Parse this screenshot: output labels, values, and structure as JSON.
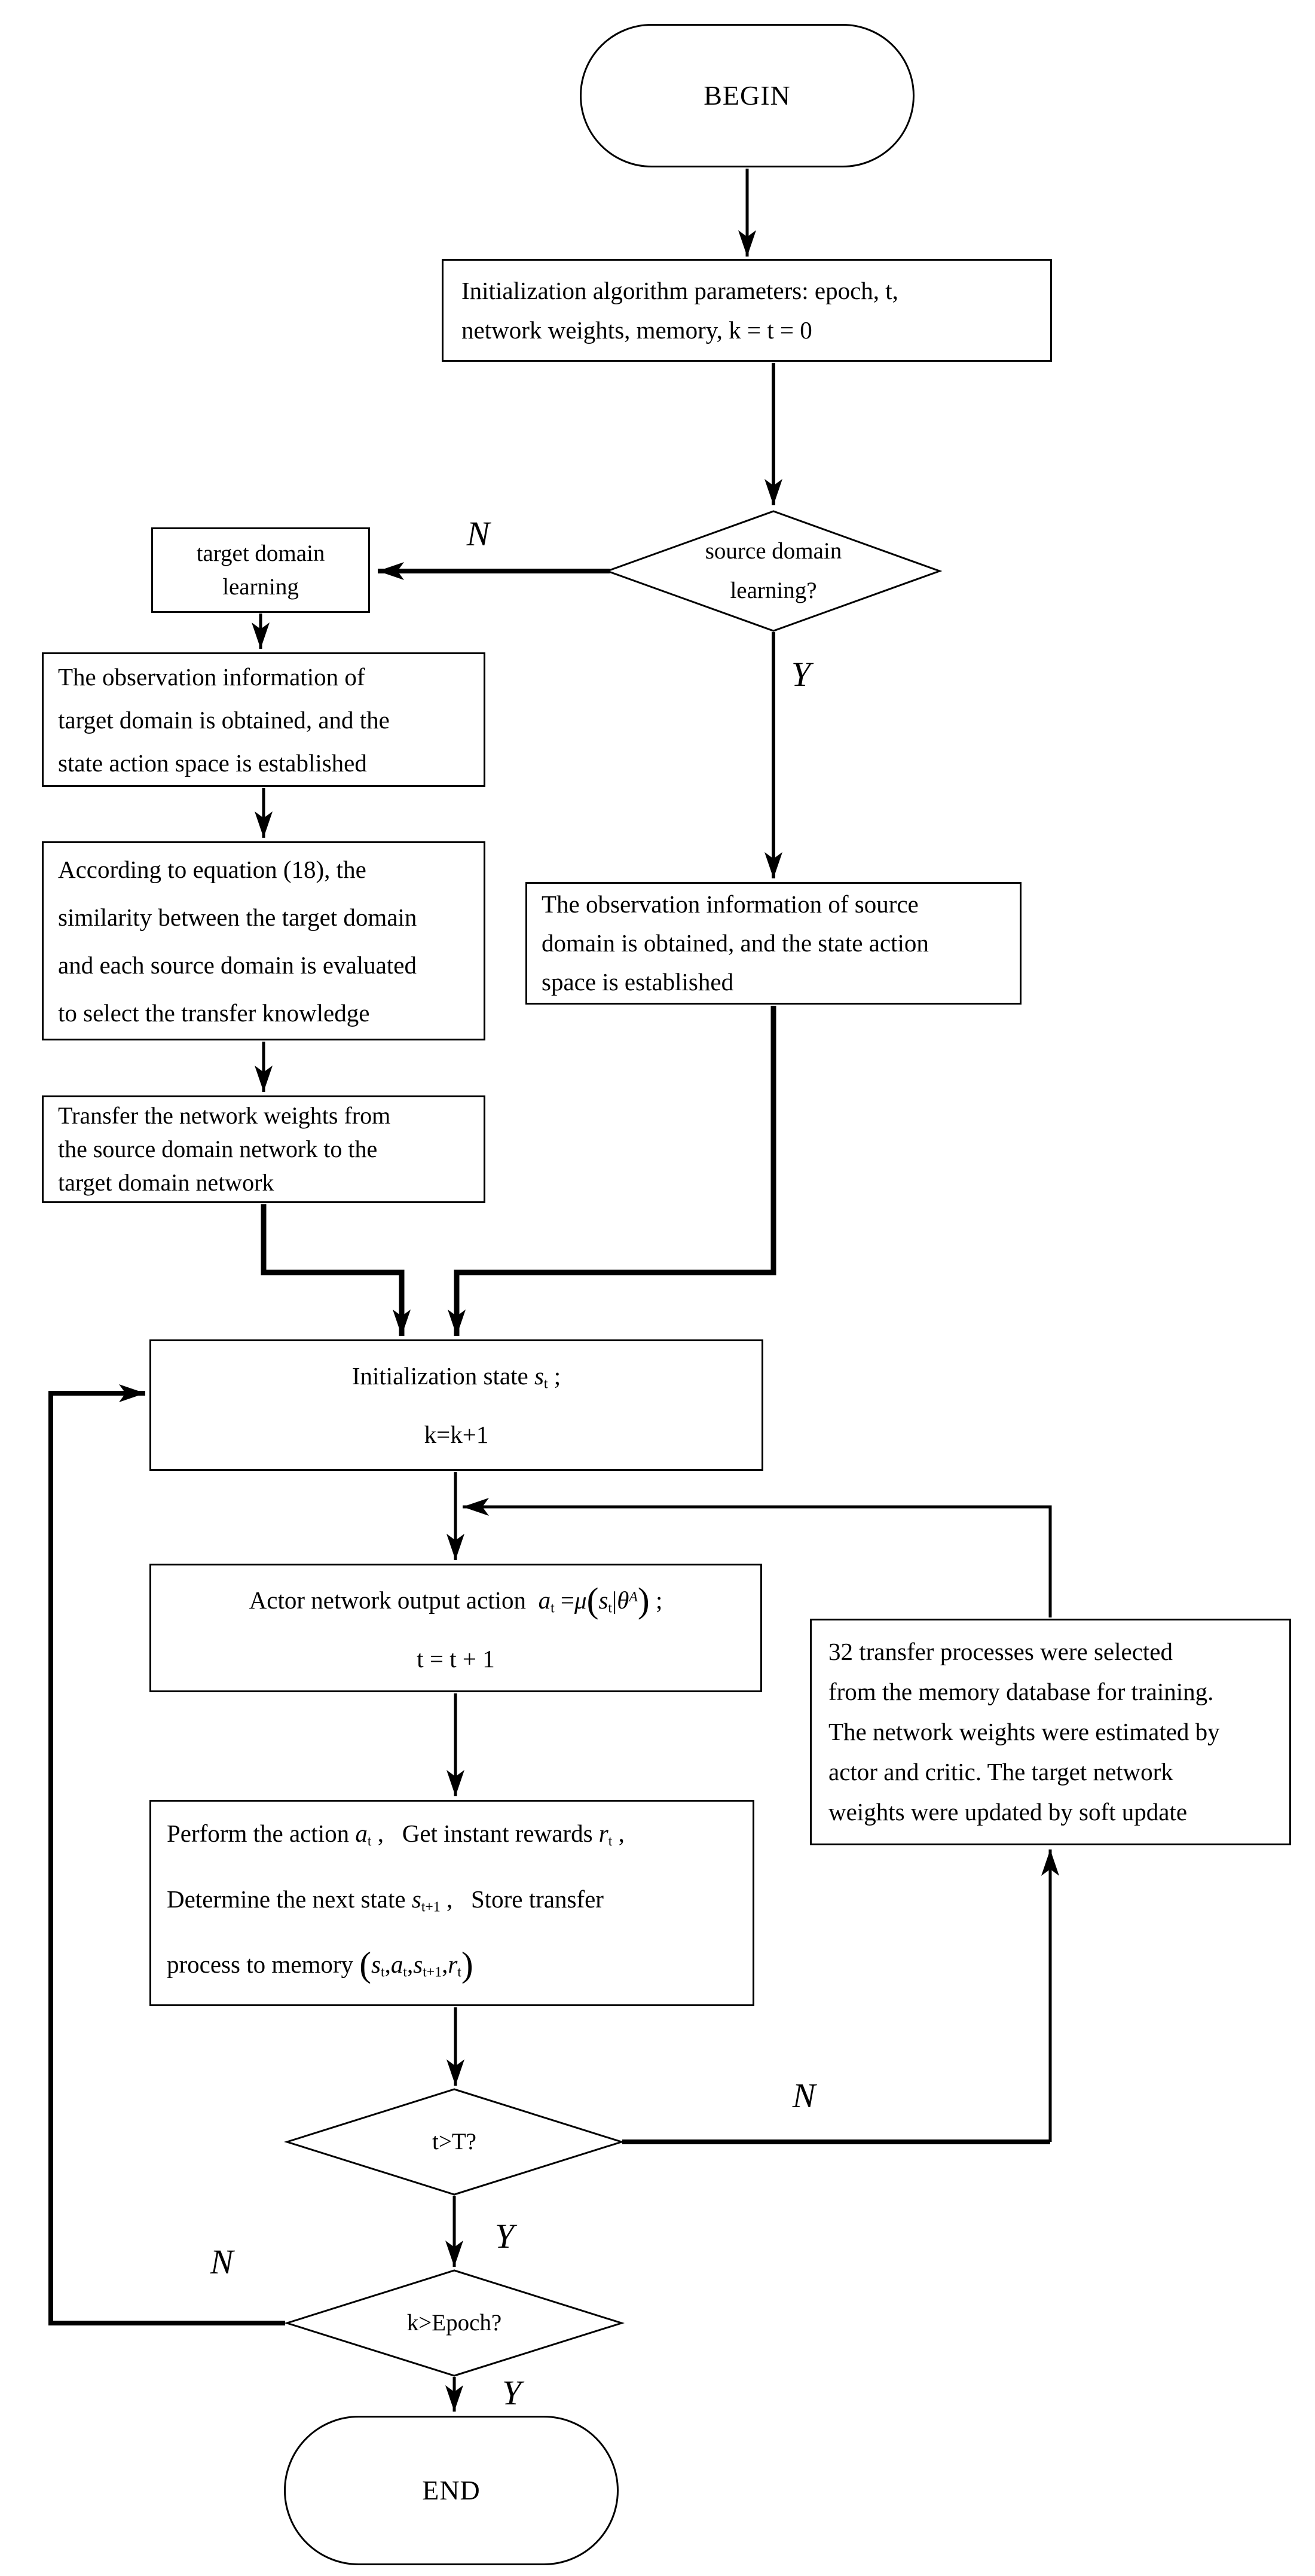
{
  "colors": {
    "ink": "#000000",
    "paper": "#ffffff"
  },
  "nodes": {
    "begin": {
      "label": "BEGIN"
    },
    "init": {
      "text": "Initialization algorithm parameters: epoch, t,\nnetwork weights, memory, k = t = 0"
    },
    "source_decision": {
      "text": "source domain\nlearning?"
    },
    "target_learning": {
      "text": "target domain\nlearning"
    },
    "obs_target": {
      "text": "The observation information of\ntarget domain is obtained, and the\nstate action space is established"
    },
    "similarity": {
      "text": "According to equation (18), the\nsimilarity between the target domain\nand each source domain is evaluated\nto select the transfer knowledge"
    },
    "transfer_weights": {
      "text": "Transfer the network weights from\nthe source domain network to the\ntarget domain network"
    },
    "obs_source": {
      "text": "The observation information of source\ndomain is obtained, and the state action\nspace is established"
    },
    "init_state": {
      "line1_runs": [
        {
          "t": "Initialization state "
        },
        {
          "t": "s",
          "i": true
        },
        {
          "t": "t",
          "sub": true
        },
        {
          "t": " ;"
        }
      ],
      "line2": "k=k+1"
    },
    "actor": {
      "line1_runs": [
        {
          "t": "Actor network output action  "
        },
        {
          "t": "a",
          "i": true
        },
        {
          "t": "t",
          "sub": true
        },
        {
          "t": " ="
        },
        {
          "t": "μ",
          "i": true
        },
        {
          "t": "(",
          "big": true
        },
        {
          "t": "s",
          "i": true
        },
        {
          "t": "t",
          "sub": true
        },
        {
          "t": "|"
        },
        {
          "t": "θ",
          "i": true
        },
        {
          "t": "A",
          "sup": true
        },
        {
          "t": ")",
          "big": true
        },
        {
          "t": " ;"
        }
      ],
      "line2": "t = t + 1"
    },
    "perform": {
      "line1_runs": [
        {
          "t": "Perform the action "
        },
        {
          "t": "a",
          "i": true
        },
        {
          "t": "t",
          "sub": true
        },
        {
          "t": " ,   "
        },
        {
          "t": "Get instant rewards "
        },
        {
          "t": "r",
          "i": true
        },
        {
          "t": "t",
          "sub": true
        },
        {
          "t": " ,"
        }
      ],
      "line2_runs": [
        {
          "t": "Determine the next state "
        },
        {
          "t": "s",
          "i": true
        },
        {
          "t": "t+1",
          "sub": true
        },
        {
          "t": " ,   "
        },
        {
          "t": "Store transfer"
        }
      ],
      "line3_runs": [
        {
          "t": "process to memory "
        },
        {
          "t": "(",
          "big": true
        },
        {
          "t": "s",
          "i": true
        },
        {
          "t": "t",
          "sub": true
        },
        {
          "t": ","
        },
        {
          "t": "a",
          "i": true
        },
        {
          "t": "t",
          "sub": true
        },
        {
          "t": ","
        },
        {
          "t": "s",
          "i": true
        },
        {
          "t": "t+1",
          "sub": true
        },
        {
          "t": ","
        },
        {
          "t": "r",
          "i": true
        },
        {
          "t": "t",
          "sub": true
        },
        {
          "t": ")",
          "big": true
        }
      ]
    },
    "batch32": {
      "text": "32 transfer processes were selected\nfrom the memory database for training.\nThe network weights were estimated by\nactor and critic. The target network\nweights were updated by soft update"
    },
    "t_decision": {
      "label": "t>T?"
    },
    "epoch_decision": {
      "label": "k>Epoch?"
    },
    "end": {
      "label": "END"
    }
  },
  "edge_labels": {
    "source_no": "N",
    "source_yes": "Y",
    "t_no": "N",
    "t_yes": "Y",
    "epoch_no": "N",
    "epoch_yes": "Y"
  }
}
